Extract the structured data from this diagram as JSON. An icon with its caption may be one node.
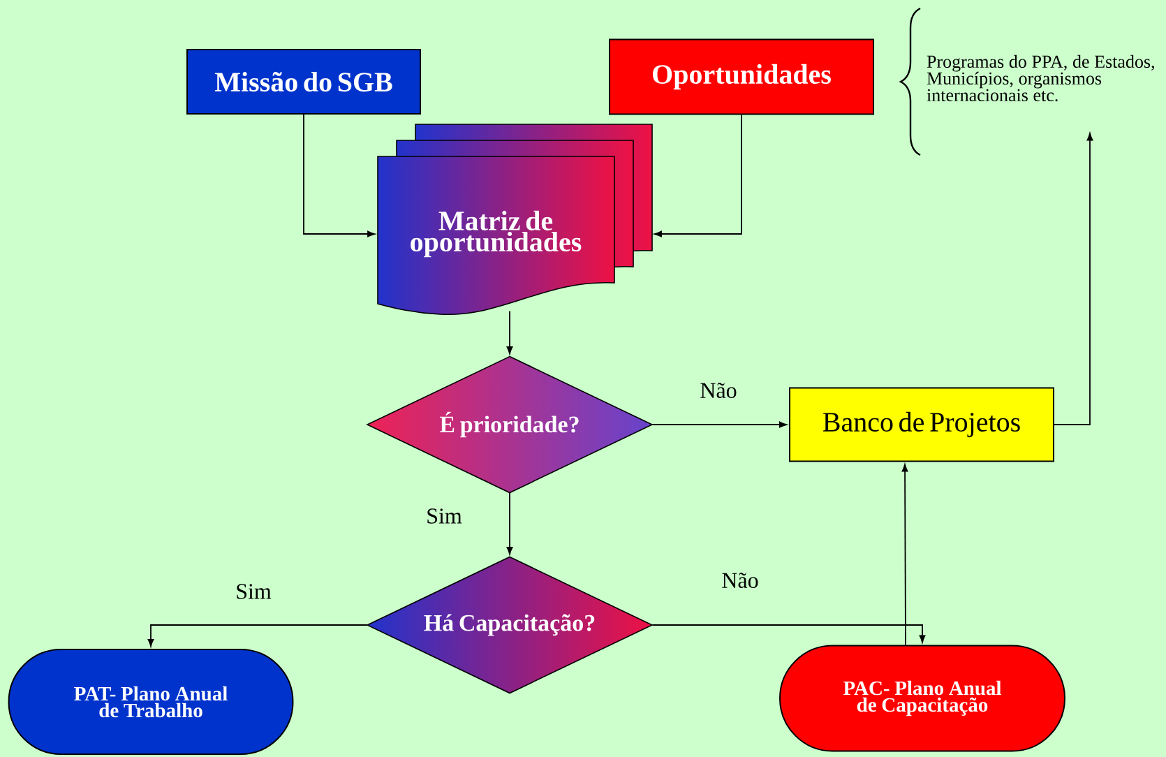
{
  "diagram": {
    "nodes": [
      {
        "text": [
          "Missão do SGB"
        ]
      },
      {
        "text": [
          "Oportunidades"
        ]
      },
      {
        "text": [
          "Programas do PPA, de Estados, Municípios, organismos internacionais etc."
        ]
      },
      {
        "text": [
          "Matriz de oportunidades"
        ]
      },
      {
        "text": [
          "É  prioridade?"
        ]
      },
      {
        "text": [
          "Banco de Projetos"
        ]
      },
      {
        "text": [
          "Há Capacitação?"
        ]
      },
      {
        "text": [
          "PAT- Plano Anual de Trabalho"
        ]
      },
      {
        "text": [
          "PAC- Plano Anual de Capacitação"
        ]
      }
    ],
    "edges": [
      {
        "from": 0,
        "to": 3,
        "arrow": "to"
      },
      {
        "from": 1,
        "to": 3,
        "arrow": "to"
      },
      {
        "from": 3,
        "to": 4,
        "arrow": "to"
      },
      {
        "from": 4,
        "to": 5,
        "arrow": "to",
        "label": "Não"
      },
      {
        "from": 4,
        "to": 6,
        "arrow": "to",
        "label": "Sim"
      },
      {
        "from": 6,
        "to": 7,
        "arrow": "to",
        "label": "Sim"
      },
      {
        "from": 6,
        "to": 8,
        "arrow": "to",
        "label": "Não"
      },
      {
        "from": 8,
        "to": 5,
        "arrow": "to"
      },
      {
        "from": 5,
        "to": 2,
        "arrow": "to"
      }
    ]
  }
}
